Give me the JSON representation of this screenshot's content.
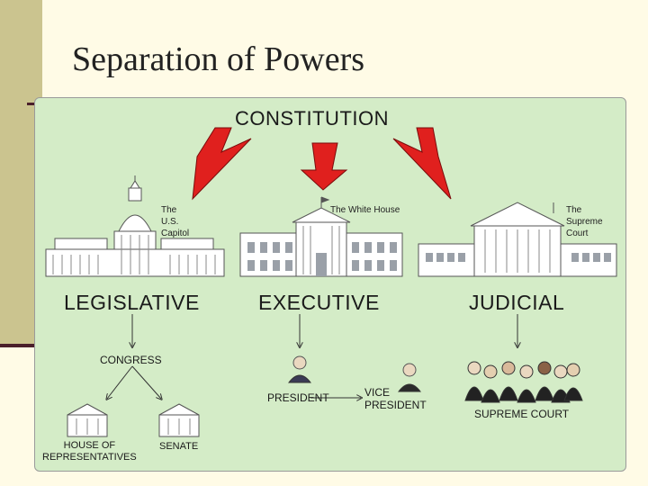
{
  "slide": {
    "title": "Separation of Powers"
  },
  "diagram": {
    "top": "CONSTITUTION",
    "branches": {
      "legislative": "LEGISLATIVE",
      "executive": "EXECUTIVE",
      "judicial": "JUDICIAL"
    },
    "buildings": {
      "capitol": "The\nU.S.\nCapitol",
      "white_house": "The White House",
      "supreme_court": "The\nSupreme\nCourt"
    },
    "legislative": {
      "congress": "CONGRESS",
      "house": "HOUSE OF\nREPRESENTATIVES",
      "senate": "SENATE"
    },
    "executive": {
      "president": "PRESIDENT",
      "vice_president": "VICE\nPRESIDENT"
    },
    "judicial": {
      "supreme_court": "SUPREME COURT"
    },
    "colors": {
      "panel": "#d4ecc7",
      "arrow": "#e0201e",
      "slide_band": "#cbc48f"
    }
  }
}
